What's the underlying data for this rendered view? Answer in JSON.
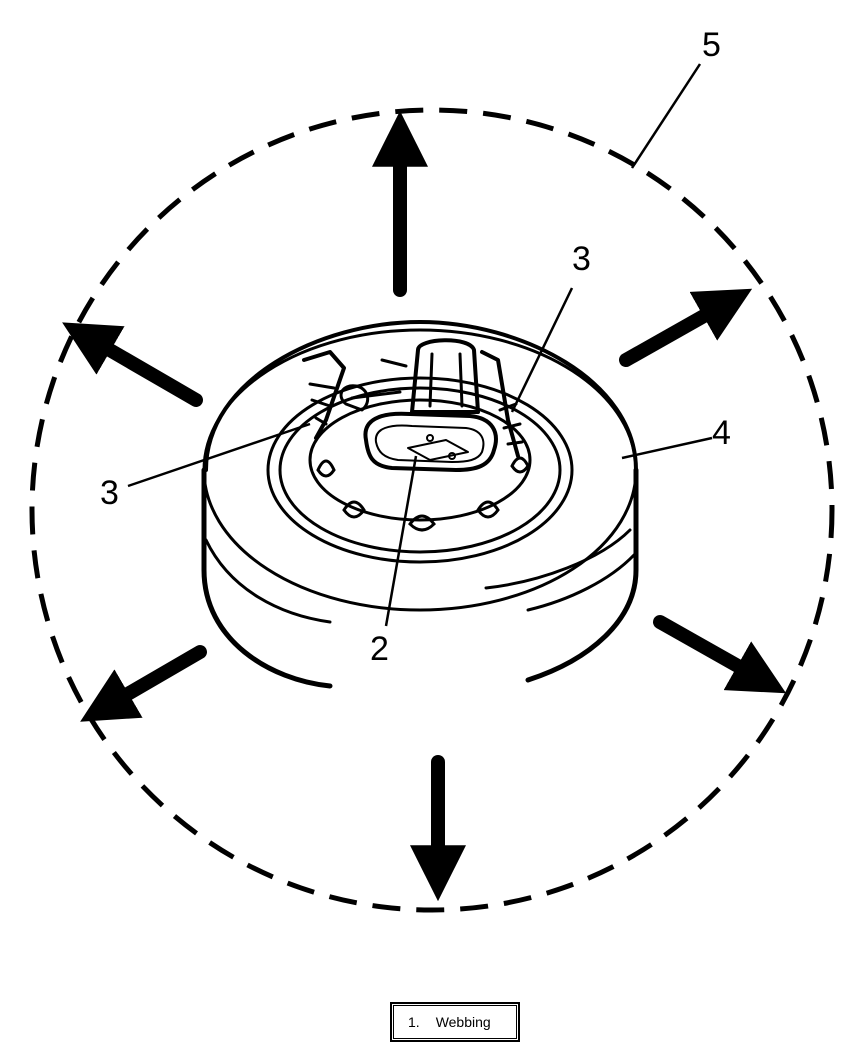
{
  "diagram": {
    "callouts": {
      "c2": "2",
      "c3_left": "3",
      "c3_right": "3",
      "c4": "4",
      "c5": "5"
    },
    "legend": {
      "number": "1.",
      "text": "Webbing"
    }
  },
  "colors": {
    "ink": "#000000",
    "paper": "#ffffff"
  },
  "icons": {
    "arrow": "outward-arrow-icon",
    "tire": "tire-icon",
    "strap": "webbing-strap-icon"
  }
}
